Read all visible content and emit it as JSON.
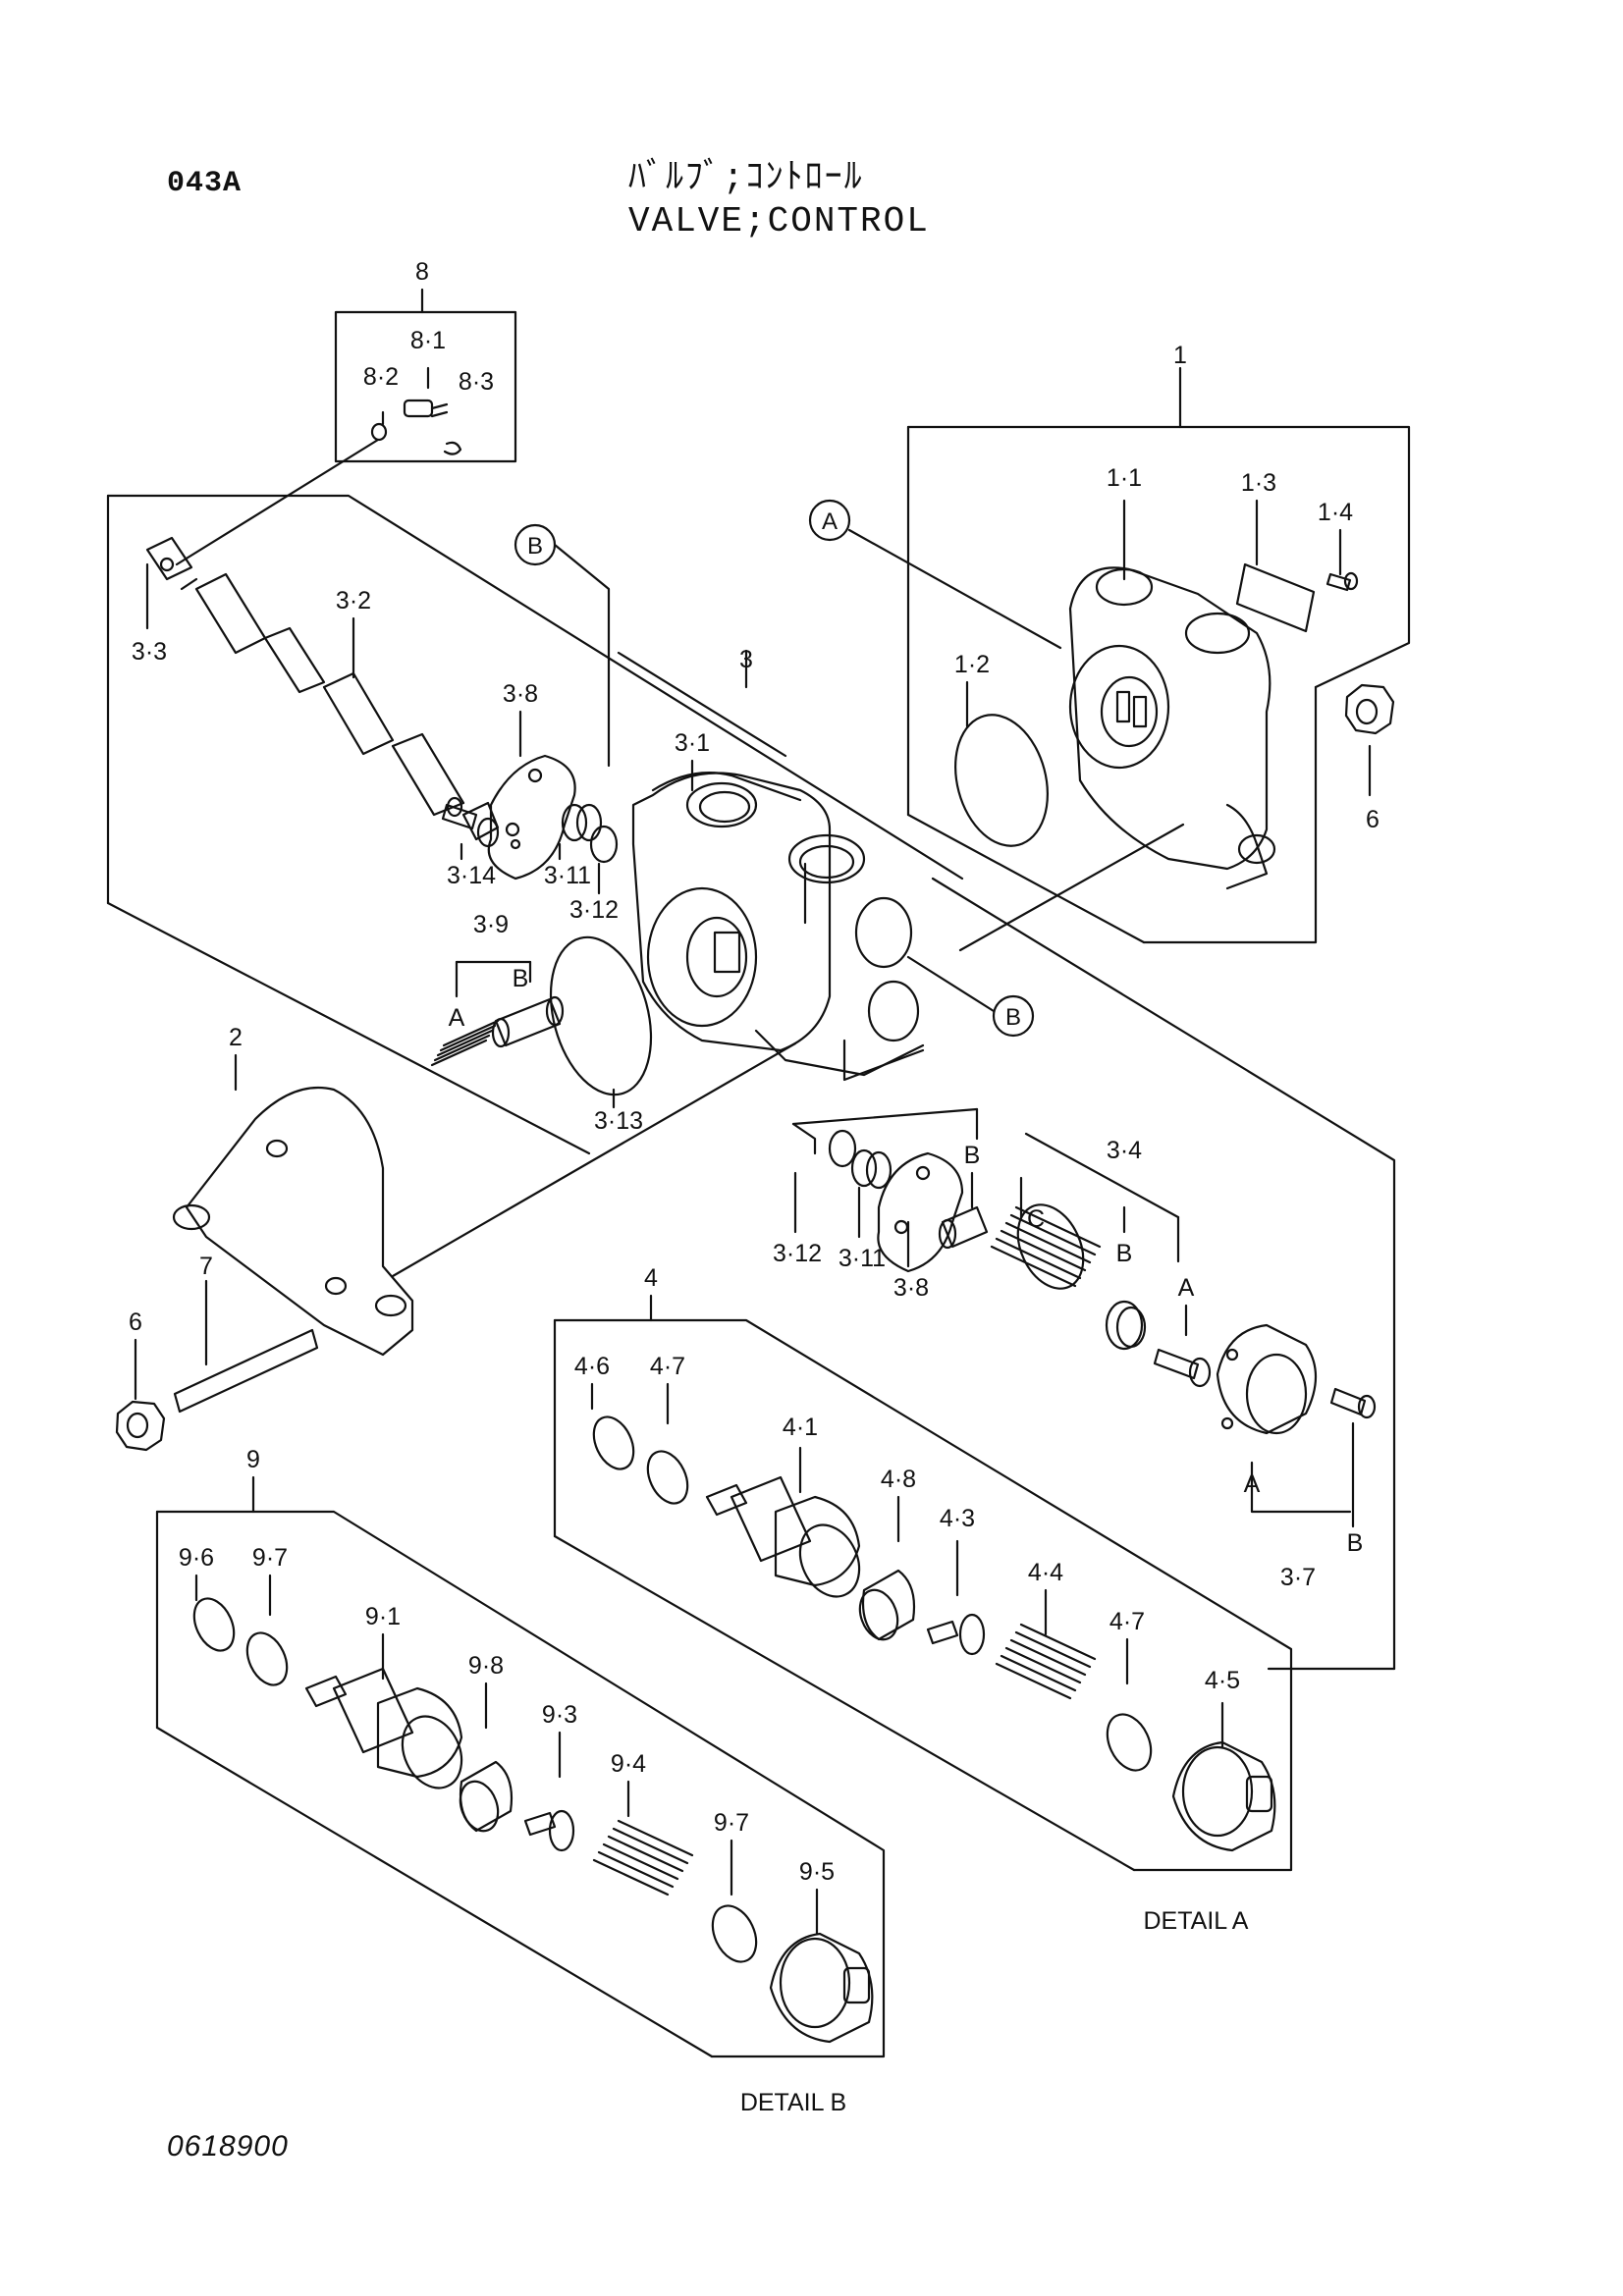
{
  "header": {
    "page_code": "043A",
    "title_jp": "ﾊﾞﾙﾌﾞ;ｺﾝﾄﾛｰﾙ",
    "title_en": "VALVE;CONTROL"
  },
  "footer": {
    "drawing_number": "0618900"
  },
  "parts": {
    "p1": "1",
    "p1_1": "1·1",
    "p1_2": "1·2",
    "p1_3": "1·3",
    "p1_4": "1·4",
    "p2": "2",
    "p3": "3",
    "p3_1": "3·1",
    "p3_2": "3·2",
    "p3_3": "3·3",
    "p3_4": "3·4",
    "p3_7": "3·7",
    "p3_8a": "3·8",
    "p3_8b": "3·8",
    "p3_9": "3·9",
    "p3_11a": "3·11",
    "p3_11b": "3·11",
    "p3_12a": "3·12",
    "p3_12b": "3·12",
    "p3_13": "3·13",
    "p3_14": "3·14",
    "p4": "4",
    "p4_1": "4·1",
    "p4_3": "4·3",
    "p4_4": "4·4",
    "p4_5": "4·5",
    "p4_6": "4·6",
    "p4_7a": "4·7",
    "p4_7b": "4·7",
    "p4_8": "4·8",
    "p6a": "6",
    "p6b": "6",
    "p7": "7",
    "p8": "8",
    "p8_1": "8·1",
    "p8_2": "8·2",
    "p8_3": "8·3",
    "p9": "9",
    "p9_1": "9·1",
    "p9_3": "9·3",
    "p9_4": "9·4",
    "p9_5": "9·5",
    "p9_6": "9·6",
    "p9_7a": "9·7",
    "p9_7b": "9·7",
    "p9_8": "9·8"
  },
  "sub_letters": {
    "a1": "A",
    "b1": "B",
    "a2": "A",
    "b2": "B",
    "c1": "C",
    "a3": "A",
    "b3": "B",
    "a4": "A",
    "b4": "B",
    "b5": "B"
  },
  "callouts": {
    "ca": "A",
    "cb1": "B",
    "cb2": "B"
  },
  "details": {
    "detail_a": "DETAIL A",
    "detail_b": "DETAIL B"
  }
}
